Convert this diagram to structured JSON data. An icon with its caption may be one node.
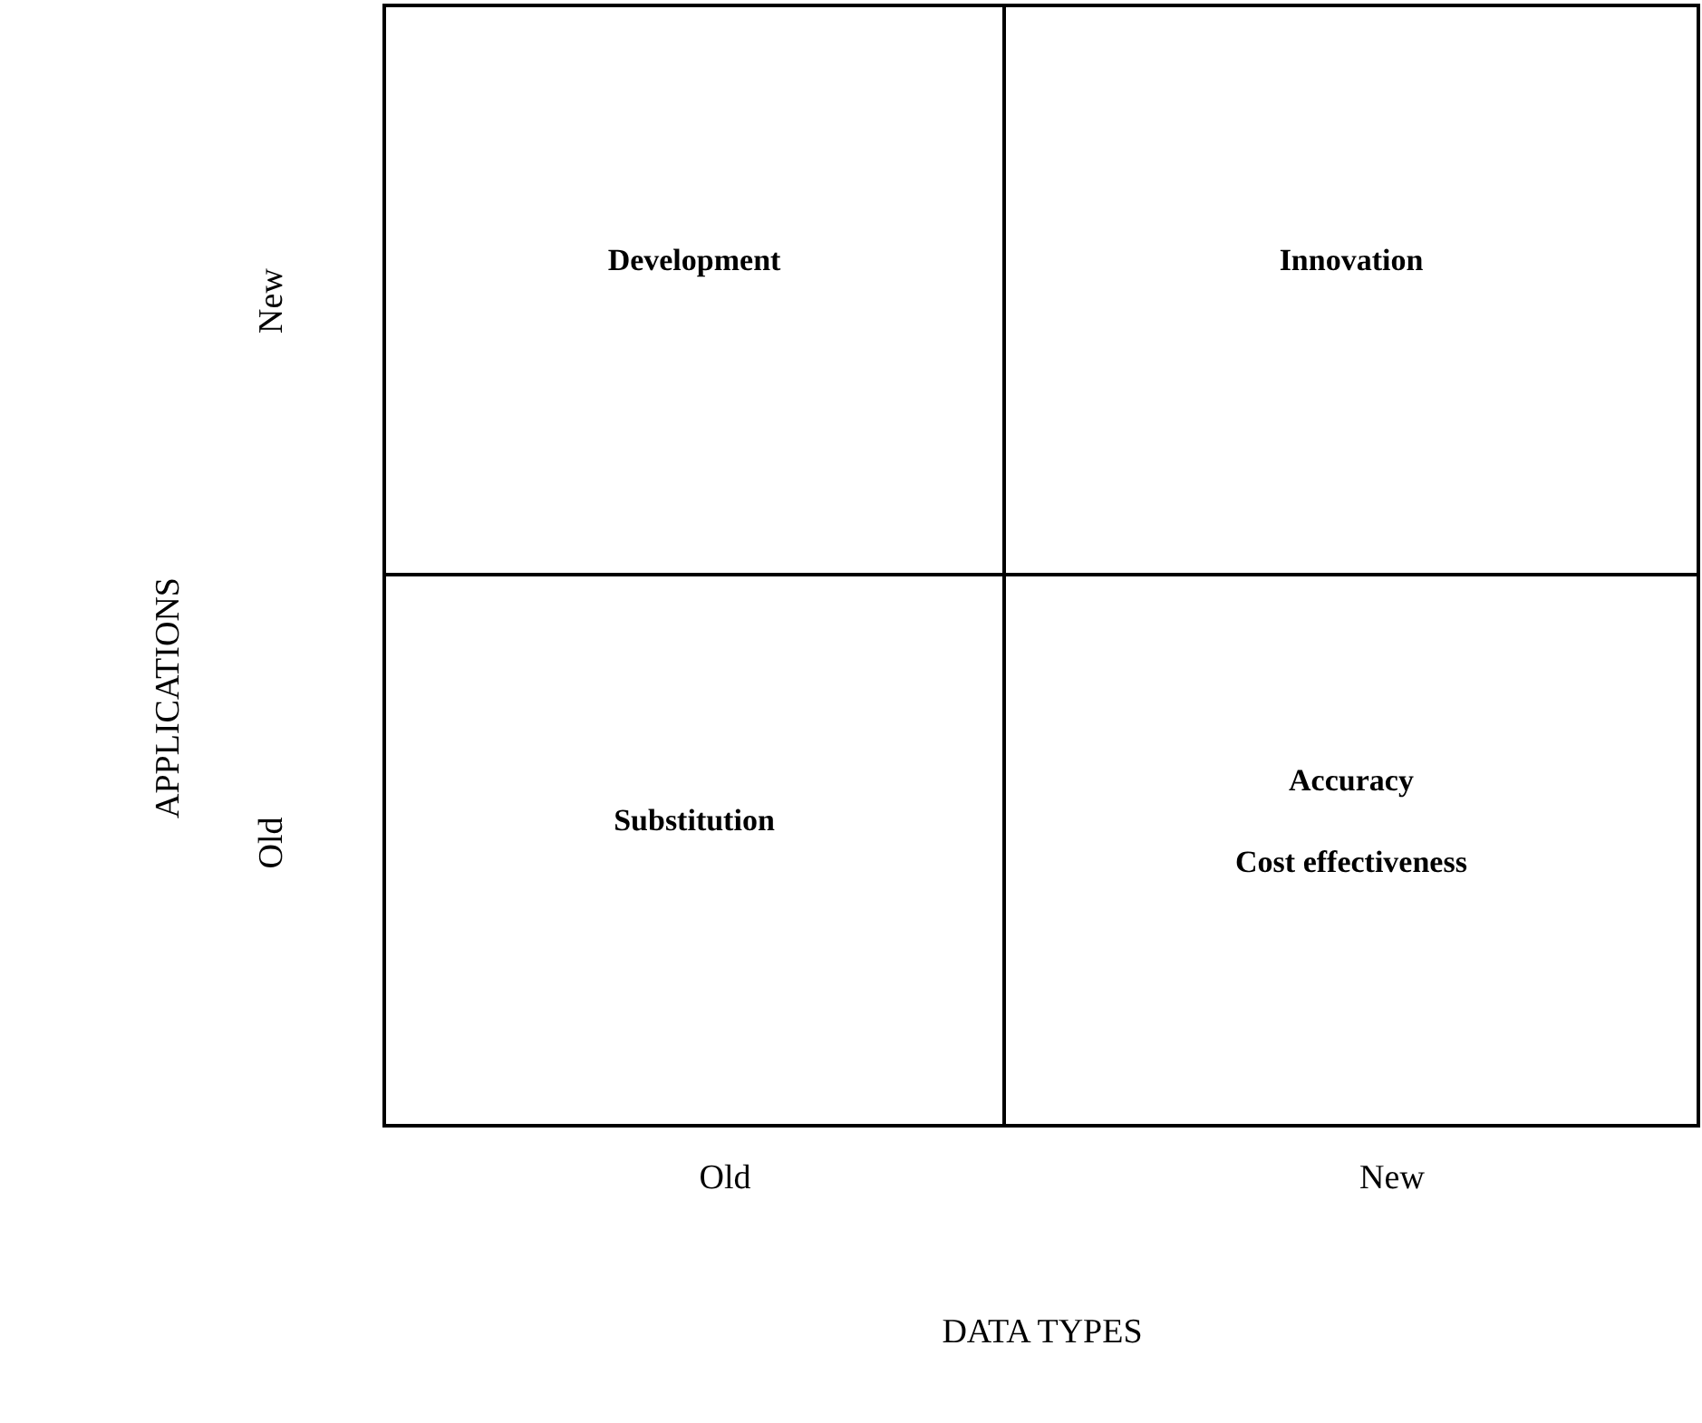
{
  "diagram": {
    "nodes": [
      {
        "text": [
          "Development"
        ]
      },
      {
        "text": [
          "Innovation"
        ]
      },
      {
        "text": [
          "Substitution"
        ]
      },
      {
        "text": [
          "Accuracy",
          "Cost effectiveness"
        ]
      }
    ],
    "labels": [
      "APPLICATIONS",
      "New",
      "Old",
      "Old",
      "New",
      "DATA TYPES"
    ]
  }
}
